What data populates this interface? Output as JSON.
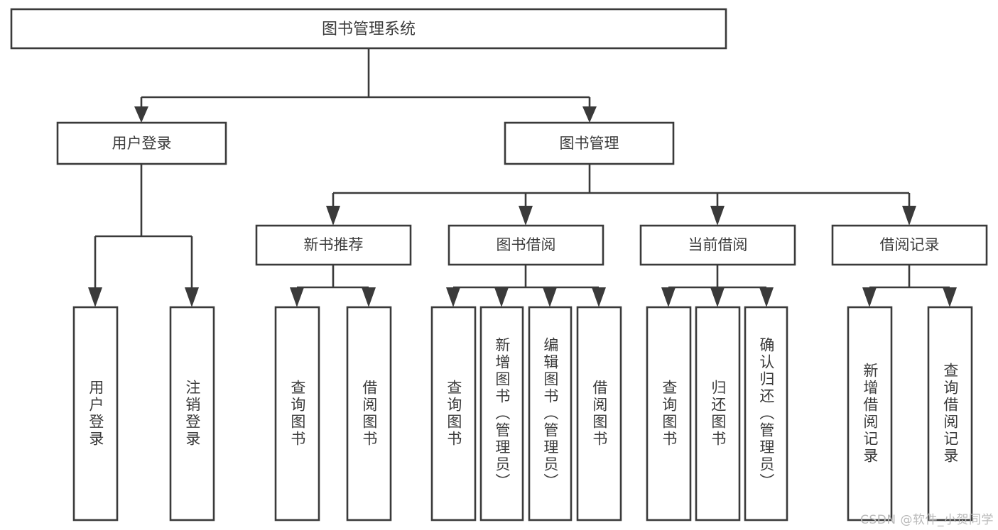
{
  "diagram": {
    "title": "图书管理系统",
    "type": "tree",
    "watermark": "CSDN @软件_小贺同学",
    "colors": {
      "stroke": "#3a3a3a",
      "box_fill": "#ffffff",
      "text": "#3b3b3b",
      "background": "#ffffff",
      "watermark": "#b9b9b9"
    },
    "root": {
      "id": "root",
      "label": "图书管理系统",
      "orientation": "horizontal"
    },
    "level2": [
      {
        "id": "user-login",
        "label": "用户登录",
        "orientation": "horizontal"
      },
      {
        "id": "book-manage",
        "label": "图书管理",
        "orientation": "horizontal"
      }
    ],
    "level3": [
      {
        "id": "new-book-rec",
        "label": "新书推荐",
        "orientation": "horizontal",
        "parent": "book-manage"
      },
      {
        "id": "book-borrow",
        "label": "图书借阅",
        "orientation": "horizontal",
        "parent": "book-manage"
      },
      {
        "id": "current-borrow",
        "label": "当前借阅",
        "orientation": "horizontal",
        "parent": "book-manage"
      },
      {
        "id": "borrow-record",
        "label": "借阅记录",
        "orientation": "horizontal",
        "parent": "book-manage"
      }
    ],
    "leaves": [
      {
        "id": "leaf-user-login",
        "label": "用户登录",
        "parent": "user-login",
        "orientation": "vertical"
      },
      {
        "id": "leaf-logout",
        "label": "注销登录",
        "parent": "user-login",
        "orientation": "vertical"
      },
      {
        "id": "leaf-query-book-1",
        "label": "查询图书",
        "parent": "new-book-rec",
        "orientation": "vertical"
      },
      {
        "id": "leaf-borrow-book-1",
        "label": "借阅图书",
        "parent": "new-book-rec",
        "orientation": "vertical"
      },
      {
        "id": "leaf-query-book-2",
        "label": "查询图书",
        "parent": "book-borrow",
        "orientation": "vertical"
      },
      {
        "id": "leaf-add-book",
        "label": "新增图书（管理员）",
        "parent": "book-borrow",
        "orientation": "vertical"
      },
      {
        "id": "leaf-edit-book",
        "label": "编辑图书（管理员）",
        "parent": "book-borrow",
        "orientation": "vertical"
      },
      {
        "id": "leaf-borrow-book-2",
        "label": "借阅图书",
        "parent": "book-borrow",
        "orientation": "vertical"
      },
      {
        "id": "leaf-query-book-3",
        "label": "查询图书",
        "parent": "current-borrow",
        "orientation": "vertical"
      },
      {
        "id": "leaf-return-book",
        "label": "归还图书",
        "parent": "current-borrow",
        "orientation": "vertical"
      },
      {
        "id": "leaf-confirm-return",
        "label": "确认归还（管理员）",
        "parent": "current-borrow",
        "orientation": "vertical"
      },
      {
        "id": "leaf-add-record",
        "label": "新增借阅记录",
        "parent": "borrow-record",
        "orientation": "vertical"
      },
      {
        "id": "leaf-query-record",
        "label": "查询借阅记录",
        "parent": "borrow-record",
        "orientation": "vertical"
      }
    ]
  }
}
